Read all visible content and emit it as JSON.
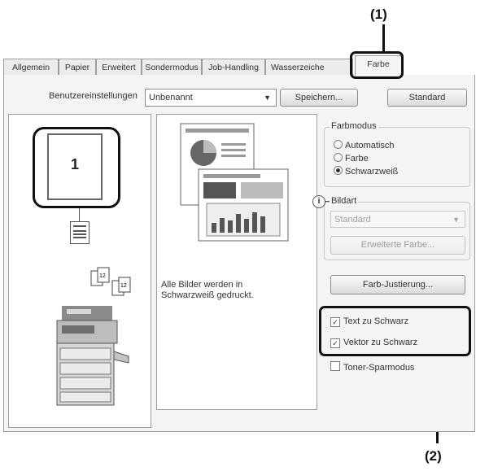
{
  "callouts": {
    "one": "(1)",
    "two": "(2)"
  },
  "tabs": [
    "Allgemein",
    "Papier",
    "Erweitert",
    "Sondermodus",
    "Job-Handling",
    "Wasserzeiche",
    "Farbe"
  ],
  "user_settings": {
    "label": "Benutzereinstellungen",
    "value": "Unbenannt",
    "save_label": "Speichern...",
    "standard_label": "Standard"
  },
  "preview": {
    "page_number": "1",
    "description": "Alle Bilder werden in Schwarzweiß gedruckt."
  },
  "color_mode": {
    "legend": "Farbmodus",
    "options": [
      "Automatisch",
      "Farbe",
      "Schwarzweiß"
    ],
    "selected_index": 2
  },
  "image": {
    "legend": "Bildart",
    "value": "Standard",
    "advanced_label": "Erweiterte Farbe..."
  },
  "color_adjust_label": "Farb-Justierung...",
  "checks": [
    {
      "label": "Text zu Schwarz",
      "checked": true
    },
    {
      "label": "Vektor zu Schwarz",
      "checked": true
    },
    {
      "label": "Toner-Sparmodus",
      "checked": false
    }
  ]
}
